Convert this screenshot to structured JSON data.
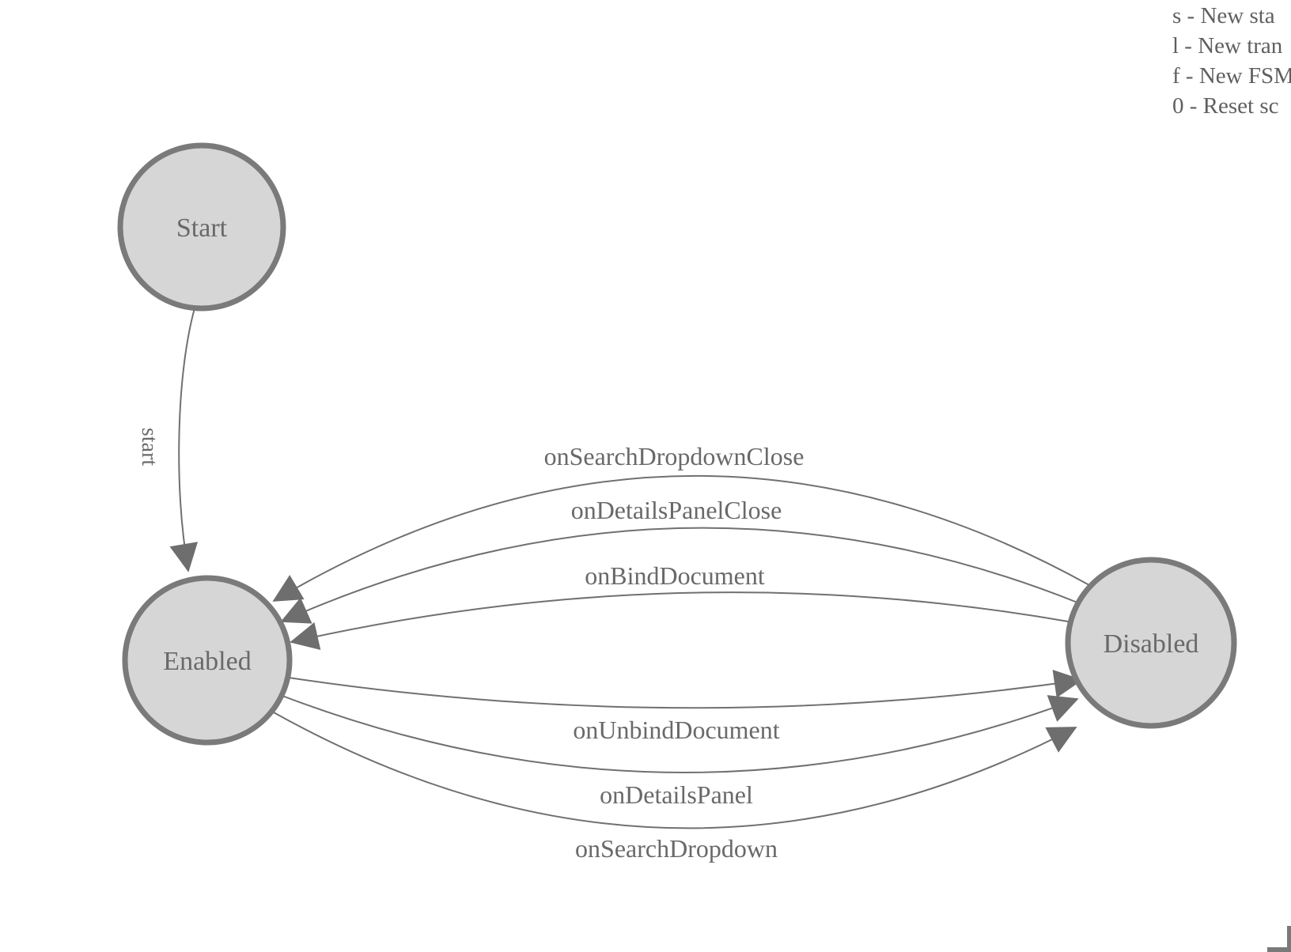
{
  "diagram": {
    "kind": "fsm-state-diagram"
  },
  "help": {
    "lines": [
      "s - New sta",
      "l - New tran",
      "f - New FSM",
      "0 - Reset sc"
    ]
  },
  "states": [
    {
      "label": "Start"
    },
    {
      "label": "Enabled"
    },
    {
      "label": "Disabled"
    }
  ],
  "transitions": [
    {
      "label": "start",
      "from": "Start",
      "to": "Enabled"
    },
    {
      "label": "onSearchDropdownClose",
      "from": "Disabled",
      "to": "Enabled"
    },
    {
      "label": "onDetailsPanelClose",
      "from": "Disabled",
      "to": "Enabled"
    },
    {
      "label": "onBindDocument",
      "from": "Disabled",
      "to": "Enabled"
    },
    {
      "label": "onUnbindDocument",
      "from": "Enabled",
      "to": "Disabled"
    },
    {
      "label": "onDetailsPanel",
      "from": "Enabled",
      "to": "Disabled"
    },
    {
      "label": "onSearchDropdown",
      "from": "Enabled",
      "to": "Disabled"
    }
  ],
  "colors": {
    "node-fill": "#d6d6d6",
    "node-stroke": "#7a7a7a",
    "edge-line": "#707070",
    "arrow": "#6e6e6e",
    "label-text": "#696969",
    "help-text": "#5f5f5f"
  }
}
